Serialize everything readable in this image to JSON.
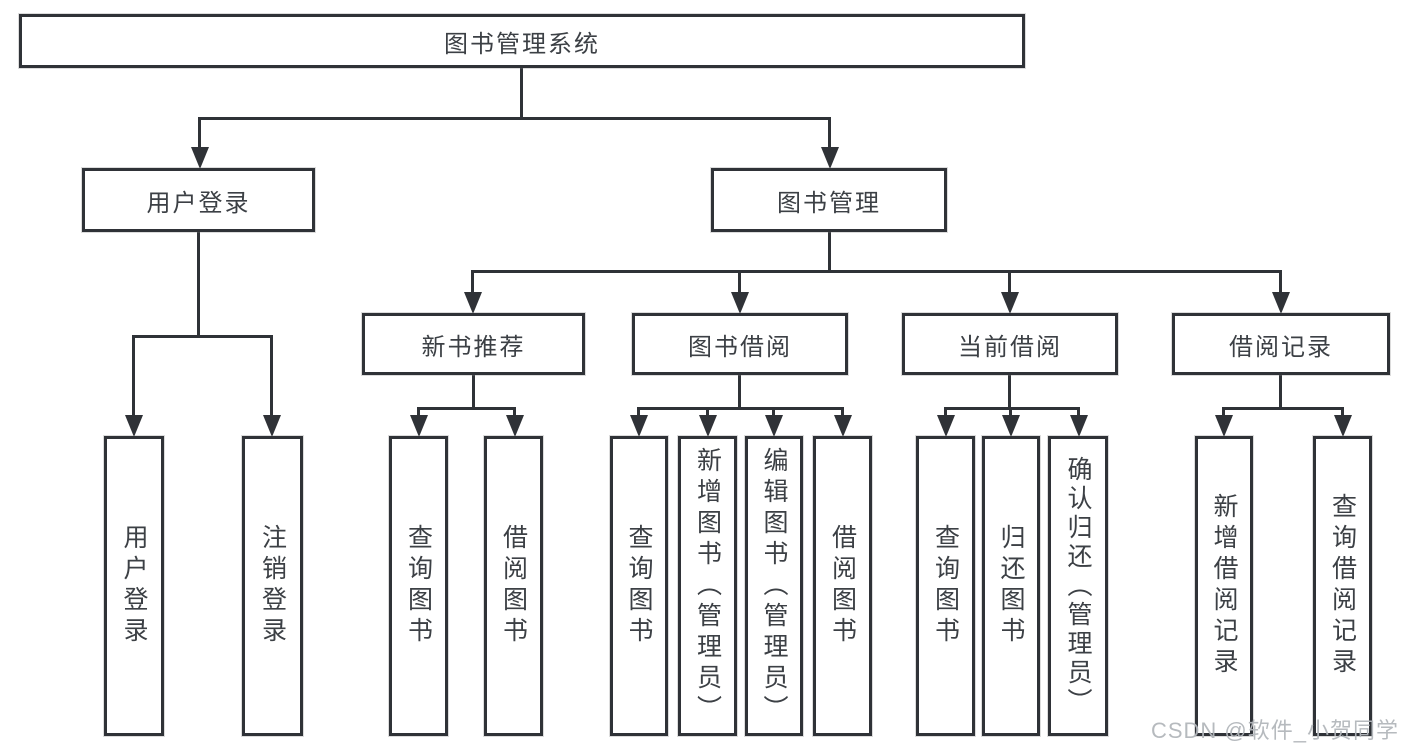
{
  "page": {
    "watermark": "CSDN @软件_小贺同学"
  },
  "diagram": {
    "type": "hierarchy",
    "root": {
      "label": "图书管理系统"
    },
    "branches": [
      {
        "label": "用户登录",
        "children": [
          "用户登录",
          "注销登录"
        ]
      },
      {
        "label": "图书管理",
        "children": [
          {
            "label": "新书推荐",
            "children": [
              "查询图书",
              "借阅图书"
            ]
          },
          {
            "label": "图书借阅",
            "children": [
              "查询图书",
              "新增图书（管理员）",
              "编辑图书（管理员）",
              "借阅图书"
            ]
          },
          {
            "label": "当前借阅",
            "children": [
              "查询图书",
              "归还图书",
              "确认归还（管理员）"
            ]
          },
          {
            "label": "借阅记录",
            "children": [
              "新增借阅记录",
              "查询借阅记录"
            ]
          }
        ]
      }
    ],
    "colors": {
      "line": "#2f3237",
      "text": "#3c4045",
      "background": "#ffffff",
      "watermark": "#b2b6bb"
    }
  }
}
